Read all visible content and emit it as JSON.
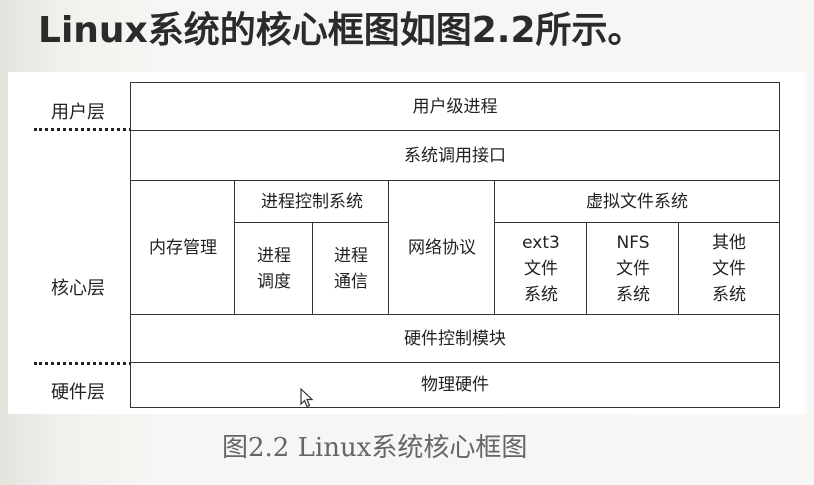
{
  "heading": "Linux系统的核心框图如图2.2所示。",
  "side_labels": {
    "user": "用户层",
    "kernel": "核心层",
    "hardware": "硬件层"
  },
  "diagram": {
    "user_process": "用户级进程",
    "syscall": "系统调用接口",
    "memory": "内存管理",
    "process_control": "进程控制系统",
    "scheduling": "进程\n调度",
    "ipc": "进程\n通信",
    "network": "网络协议",
    "vfs": "虚拟文件系统",
    "fs_ext3": "ext3\n文件\n系统",
    "fs_nfs": "NFS\n文件\n系统",
    "fs_other": "其他\n文件\n系统",
    "hw_control": "硬件控制模块",
    "physical": "物理硬件"
  },
  "caption": "图2.2  Linux系统核心框图"
}
